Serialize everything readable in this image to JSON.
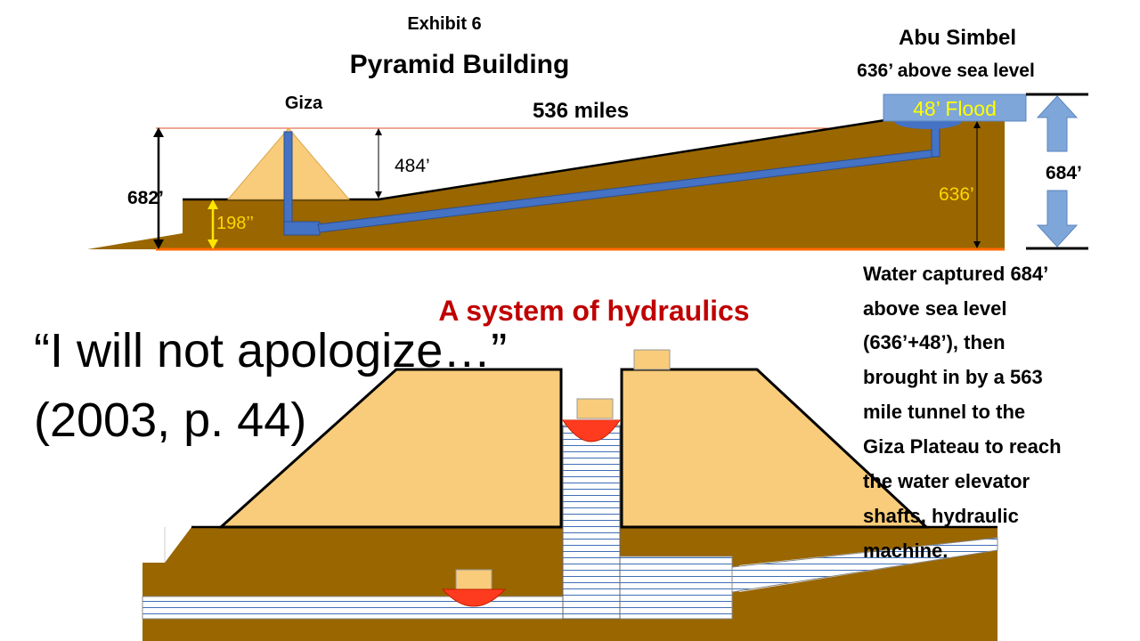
{
  "labels": {
    "exhibit": "Exhibit 6",
    "title": "Pyramid Building",
    "giza": "Giza",
    "distance": "536 miles",
    "abu_simbel": "Abu Simbel",
    "abu_elevation": "636’ above sea level",
    "flood": "48’ Flood",
    "h682": "682’",
    "h484": "484’",
    "h198": "198’’",
    "h636": "636’",
    "h684": "684’",
    "subtitle": "A system of hydraulics",
    "quote": "“I will not apologize…”",
    "citation": "(2003, p. 44)",
    "description_lines": [
      "Water captured 684’",
      "above sea level",
      "(636’+48’), then",
      "brought in by a 563",
      "mile tunnel to the",
      "Giza Plateau to reach",
      "the water elevator",
      "shafts, hydraulic",
      "machine."
    ]
  },
  "colors": {
    "earth": "#996600",
    "sand": "#f8cc7a",
    "water_blue": "#4472c4",
    "light_blue": "#7ea6d8",
    "flood_text": "#ffff00",
    "yellow_label": "#ffd700",
    "red_title": "#c00000",
    "boat_red": "#ff3b1f",
    "water_stripe": "#3f6fb5"
  }
}
